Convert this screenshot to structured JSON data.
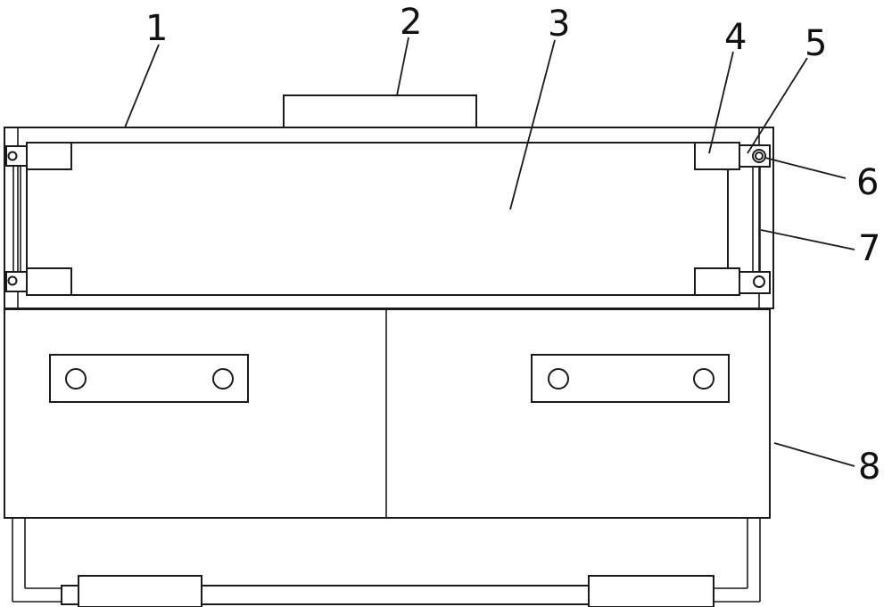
{
  "colors": {
    "line": "#1a1a1a",
    "background": "#ffffff",
    "text": "#111111"
  },
  "callouts": [
    {
      "id": "1",
      "label": "1"
    },
    {
      "id": "2",
      "label": "2"
    },
    {
      "id": "3",
      "label": "3"
    },
    {
      "id": "4",
      "label": "4"
    },
    {
      "id": "5",
      "label": "5"
    },
    {
      "id": "6",
      "label": "6"
    },
    {
      "id": "7",
      "label": "7"
    },
    {
      "id": "8",
      "label": "8"
    }
  ]
}
